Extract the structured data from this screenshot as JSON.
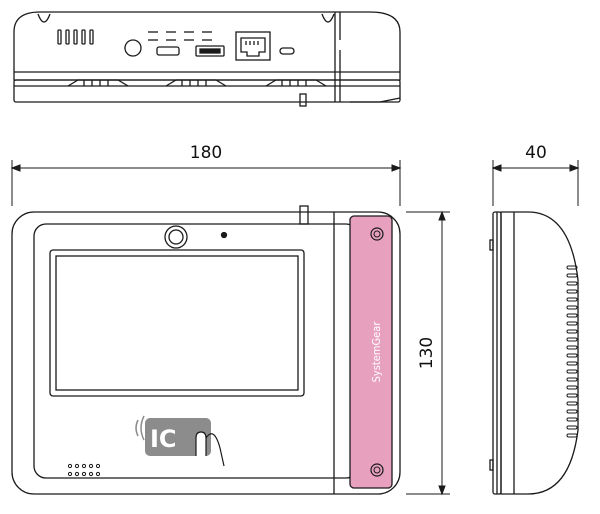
{
  "dimensions": {
    "width": "180",
    "height": "130",
    "depth": "40"
  },
  "brand_label": "SystemGear",
  "ic_badge_label": "IC",
  "colors": {
    "line": "#1a1a1a",
    "brand_panel": "#e8a0bf",
    "ic_badge": "#8c8c8c"
  },
  "icons": [
    "camera-icon",
    "hdmi-port-icon",
    "usb-port-icon",
    "ethernet-port-icon",
    "usb-c-port-icon",
    "speaker-grille-icon",
    "ic-card-reader-icon",
    "screw-icon"
  ]
}
